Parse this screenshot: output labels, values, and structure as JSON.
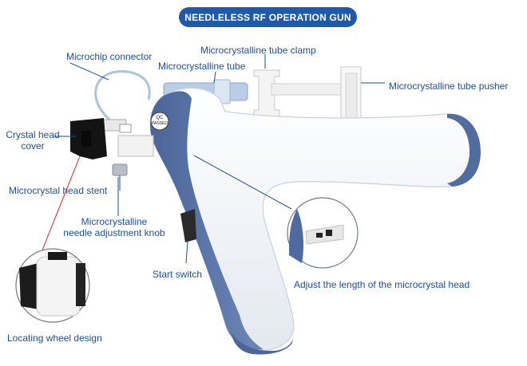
{
  "title": "NEEDLELESS RF OPERATION GUN",
  "labels": {
    "microchip_connector": "Microchip connector",
    "tube_clamp": "Microcrystalline tube clamp",
    "tube": "Microcrystalline tube",
    "tube_pusher": "Microcrystalline tube pusher",
    "crystal_head_cover_line1": "Crystal head",
    "crystal_head_cover_line2": "cover",
    "head_stent": "Microcrystal head stent",
    "knob_line1": "Microcrystalline",
    "knob_line2": "needle adjustment knob",
    "start_switch": "Start switch",
    "adjust_length": "Adjust the length of the microcrystal head",
    "locating_wheel": "Locating wheel design"
  },
  "badge": {
    "line1": "QC",
    "line2": "PASSED"
  },
  "colors": {
    "accent": "#1f5aa8",
    "label_text": "#1a4f9c",
    "body_white": "#f3f5f9",
    "grip_blue": "#5b76a8",
    "red_line": "#e02020"
  }
}
